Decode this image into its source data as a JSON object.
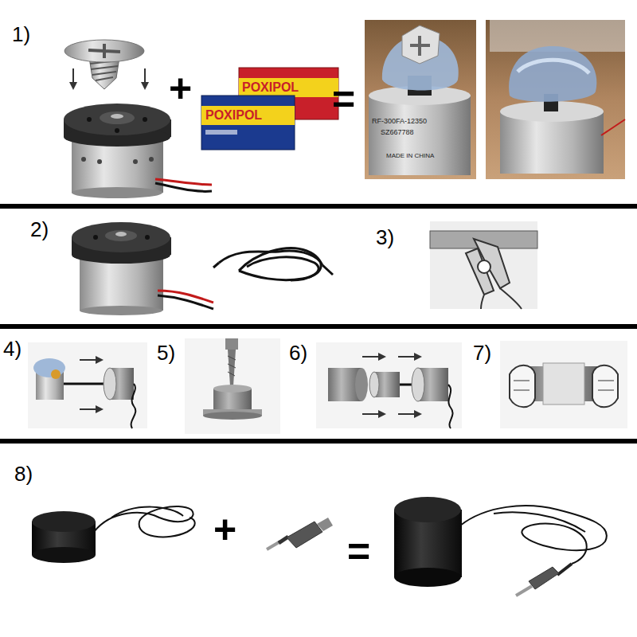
{
  "diagram": {
    "labels": [
      "1)",
      "+",
      "POXIPOL",
      "POXIPOL",
      "=",
      "RF-300FA-12350",
      "SZ667788",
      "MADE IN CHINA",
      "2)",
      "3)",
      "4)",
      "5)",
      "6)",
      "7)",
      "8)",
      "+",
      "="
    ]
  }
}
